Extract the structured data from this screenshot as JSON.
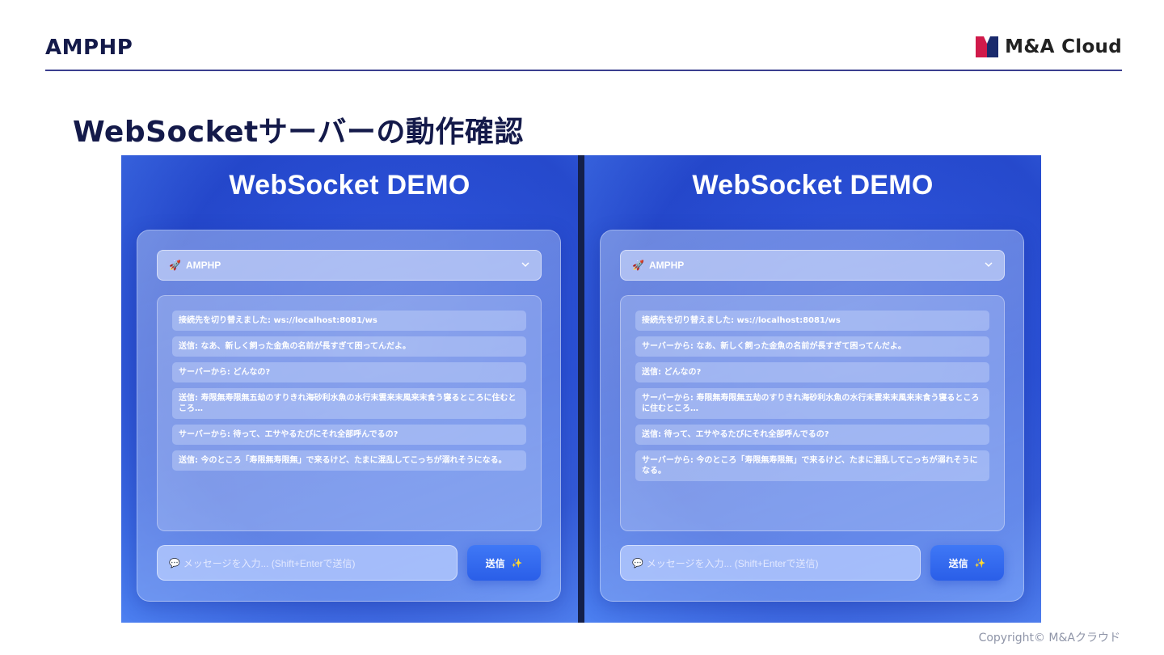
{
  "header": {
    "title": "AMPHP",
    "brand": "M&A Cloud",
    "brand_colors": {
      "left": "#d01a4a",
      "right": "#1a2a6c"
    }
  },
  "slide_title": "WebSocketサーバーの動作確認",
  "panels": [
    {
      "demo_title": "WebSocket DEMO",
      "selected_server": "AMPHP",
      "messages": [
        "接続先を切り替えました: ws://localhost:8081/ws",
        "送信: なあ、新しく飼った金魚の名前が長すぎて困ってんだよ。",
        "サーバーから: どんなの?",
        "送信: 寿限無寿限無五劫のすりきれ海砂利水魚の水行末雲来末風来末食う寝るところに住むところ…",
        "サーバーから: 待って、エサやるたびにそれ全部呼んでるの?",
        "送信: 今のところ「寿限無寿限無」で来るけど、たまに混乱してこっちが溺れそうになる。"
      ],
      "input_placeholder": "メッセージを入力... (Shift+Enterで送信)",
      "send_label": "送信"
    },
    {
      "demo_title": "WebSocket DEMO",
      "selected_server": "AMPHP",
      "messages": [
        "接続先を切り替えました: ws://localhost:8081/ws",
        "サーバーから: なあ、新しく飼った金魚の名前が長すぎて困ってんだよ。",
        "送信: どんなの?",
        "サーバーから: 寿限無寿限無五劫のすりきれ海砂利水魚の水行末雲来末風来末食う寝るところに住むところ…",
        "送信: 待って、エサやるたびにそれ全部呼んでるの?",
        "サーバーから: 今のところ「寿限無寿限無」で来るけど、たまに混乱してこっちが溺れそうになる。"
      ],
      "input_placeholder": "メッセージを入力... (Shift+Enterで送信)",
      "send_label": "送信"
    }
  ],
  "copyright": "Copyright© M&Aクラウド",
  "colors": {
    "accent": "#2a4fd6",
    "heading": "#141a4a",
    "rule": "#3b3f8f"
  }
}
